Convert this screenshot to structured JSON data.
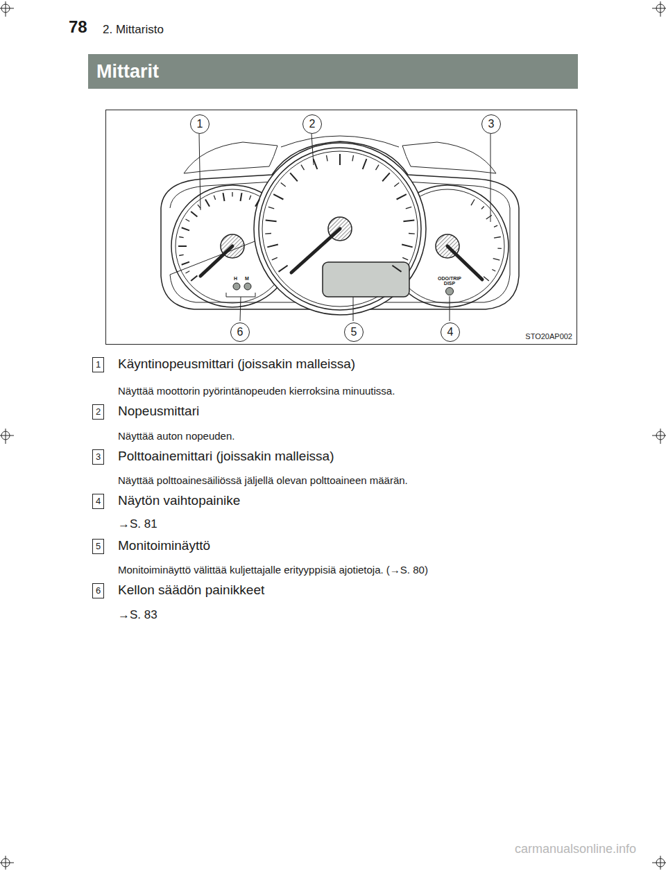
{
  "diagram": {
    "nodes": [
      {
        "text": [
          "Mittarit"
        ]
      },
      {
        "text": [
          "STO20AP002"
        ]
      },
      {
        "text": [
          "1"
        ],
        "in": 1
      },
      {
        "text": [
          "2"
        ],
        "in": 1
      },
      {
        "text": [
          "3"
        ],
        "in": 1
      },
      {
        "text": [
          "6"
        ],
        "in": 1
      },
      {
        "text": [
          "5"
        ],
        "in": 1
      },
      {
        "text": [
          "4"
        ],
        "in": 1
      },
      {
        "text": [
          "1"
        ]
      },
      {
        "text": [
          "2"
        ]
      },
      {
        "text": [
          "3"
        ]
      },
      {
        "text": [
          "4"
        ]
      },
      {
        "text": [
          "5"
        ]
      },
      {
        "text": [
          "6"
        ]
      }
    ],
    "labels": [
      "78",
      "2. Mittaristo",
      "H",
      "M",
      "ODO/TRIP DISP",
      "Käyntinopeusmittari (joissakin malleissa)",
      "Näyttää moottorin pyörintänopeuden kierroksina minuutissa.",
      "Nopeusmittari",
      "Näyttää auton nopeuden.",
      "Polttoainemittari (joissakin malleissa)",
      "Näyttää polttoainesäiliössä jäljellä olevan polttoaineen määrän.",
      "Näytön vaihtopainike",
      "→S. 81",
      "Monitoiminäyttö",
      "Monitoiminäyttö välittää kuljettajalle erityyppisiä ajotietoja. (→S. 80)",
      "Kellon säädön painikkeet",
      "→S. 83",
      "carmanualsonline.info"
    ]
  }
}
